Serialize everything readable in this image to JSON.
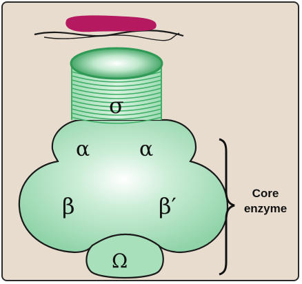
{
  "labels": {
    "sigma": "σ",
    "alpha_left": "α",
    "alpha_right": "α",
    "beta": "β",
    "beta_prime": "β′",
    "omega": "Ω"
  },
  "annotation": {
    "line1": "Core",
    "line2": "enzyme"
  },
  "colors": {
    "background": "#e8dccf",
    "enzyme_body": "#9fdcb4",
    "enzyme_highlight": "#ffffff",
    "sigma_ring": "#3fae66",
    "dna_mark": "#b5195f",
    "outline": "#1a1a1a"
  }
}
